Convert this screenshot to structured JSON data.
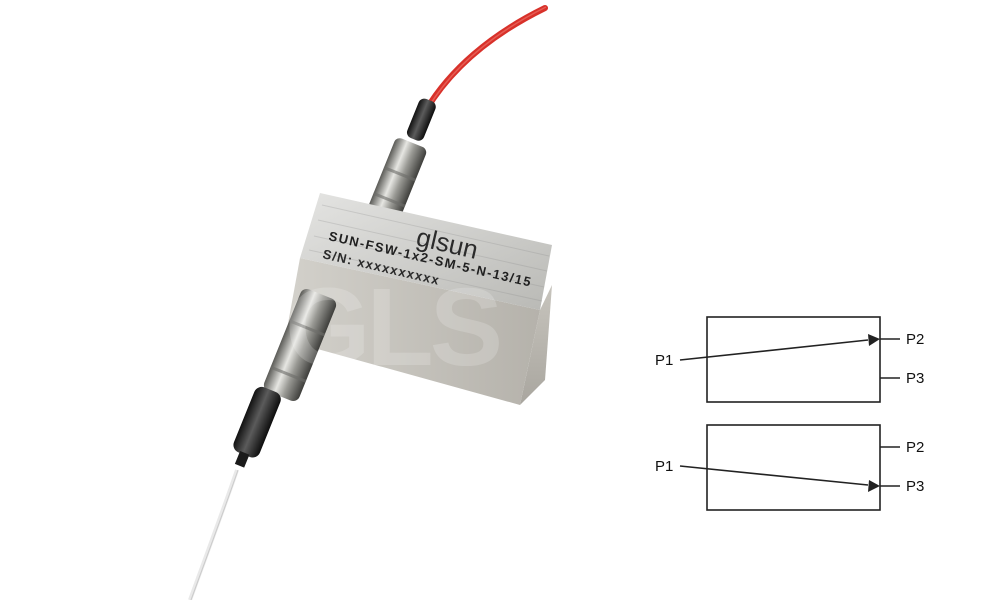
{
  "product": {
    "logo_text": "glsun",
    "model": "SUN-FSW-1x2-SM-5-N-13/15",
    "serial": "S/N: xxxxxxxxxx"
  },
  "diagram": {
    "top": {
      "input": "P1",
      "out_a": "P2",
      "out_b": "P3"
    },
    "bottom": {
      "input": "P1",
      "out_a": "P2",
      "out_b": "P3"
    }
  },
  "colors": {
    "fiber_red": "#d8312a",
    "fiber_white": "#f2f2f2",
    "housing": "#c9c9c6",
    "connector": "#2a2a2a"
  }
}
